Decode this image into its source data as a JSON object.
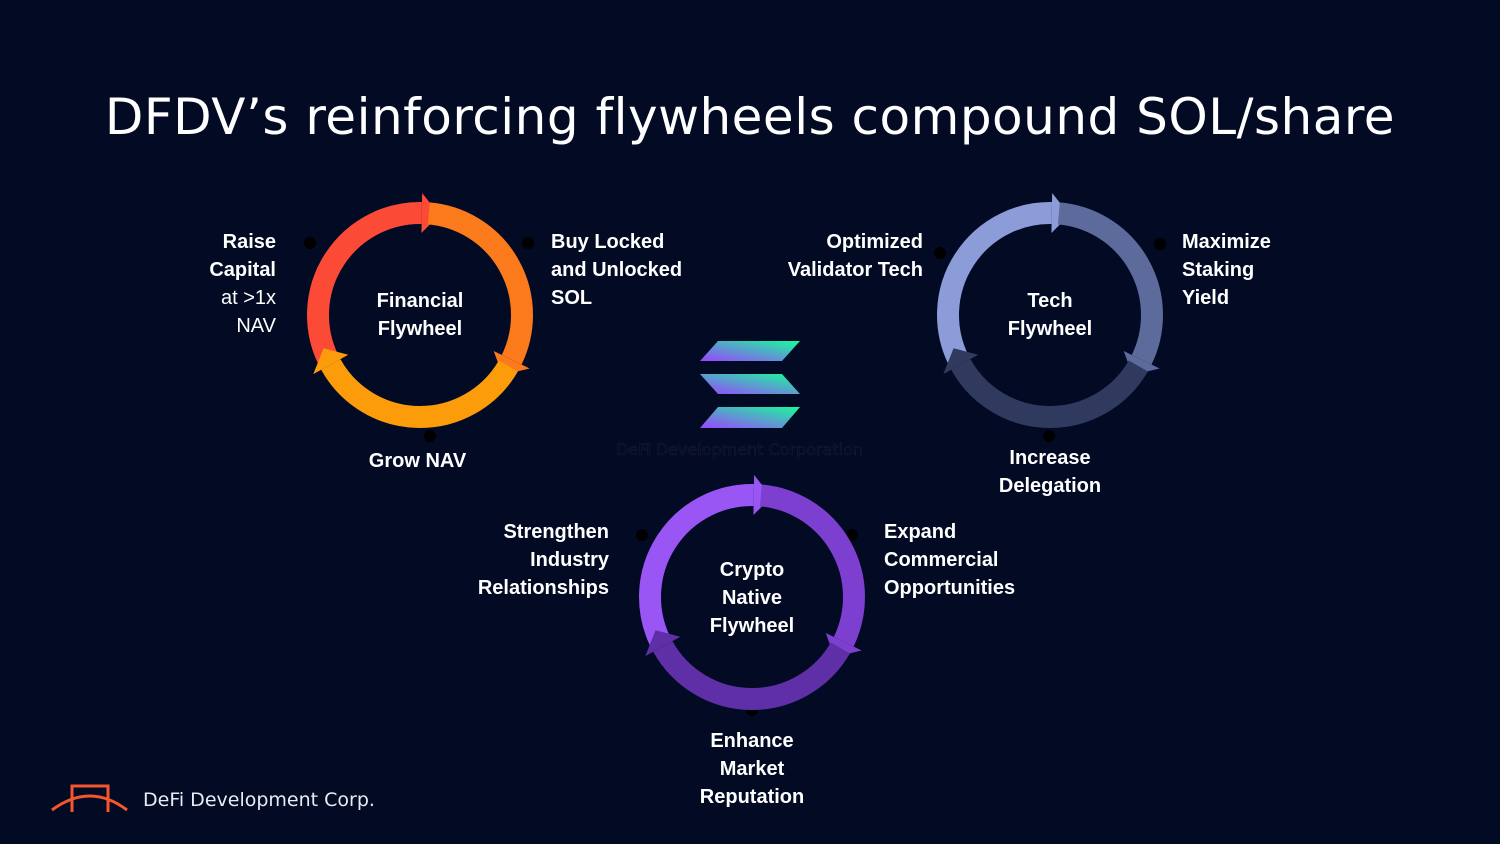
{
  "title": "DFDV’s reinforcing flywheels compound SOL/share",
  "flywheels": [
    {
      "name": "Financial\nFlywheel",
      "colors": [
        "#fb4a35",
        "#fb7a1c",
        "#fd9c0b"
      ],
      "steps": [
        "Raise\nCapital",
        "at >1x\nNAV",
        "Buy Locked\nand Unlocked\nSOL",
        "Grow NAV"
      ]
    },
    {
      "name": "Tech\nFlywheel",
      "colors": [
        "#8c9cd8",
        "#5c6b9c",
        "#2f3a5e"
      ],
      "steps": [
        "Optimized\nValidator Tech",
        "Maximize\nStaking\nYield",
        "Increase\nDelegation"
      ]
    },
    {
      "name": "Crypto\nNative\nFlywheel",
      "colors": [
        "#9a55f5",
        "#7d3fcf",
        "#5e2fa6"
      ],
      "steps": [
        "Strengthen\nIndustry\nRelationships",
        "Expand\nCommercial\nOpportunities",
        "Enhance\nMarket\nReputation"
      ]
    }
  ],
  "center_logo": {
    "caption": "DeFi Development Corporation",
    "colors": [
      "#19fb9b",
      "#9945ff"
    ]
  },
  "footer": {
    "company": "DeFi Development Corp.",
    "logo_color": "#f4562e"
  }
}
